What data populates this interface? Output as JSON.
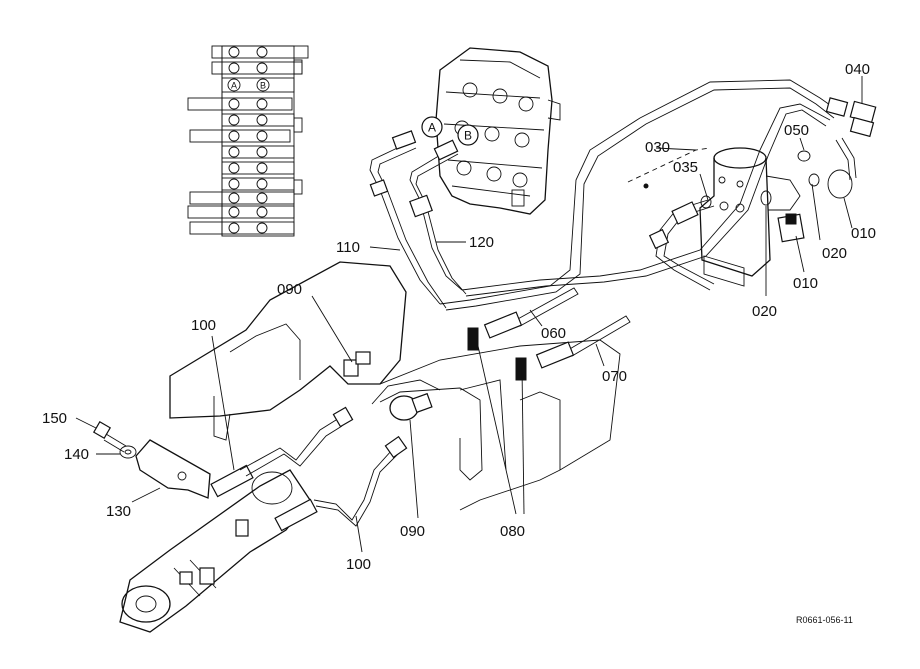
{
  "drawing_code": "R0661-056-11",
  "inset_ports": [
    "A",
    "B"
  ],
  "valve_ports": [
    "A",
    "B"
  ],
  "callouts": {
    "c010a": "010",
    "c010b": "010",
    "c020a": "020",
    "c020b": "020",
    "c030": "030",
    "c035": "035",
    "c040": "040",
    "c050": "050",
    "c060": "060",
    "c070": "070",
    "c080": "080",
    "c090a": "090",
    "c090b": "090",
    "c100a": "100",
    "c100b": "100",
    "c110": "110",
    "c120": "120",
    "c130": "130",
    "c140": "140",
    "c150": "150"
  }
}
